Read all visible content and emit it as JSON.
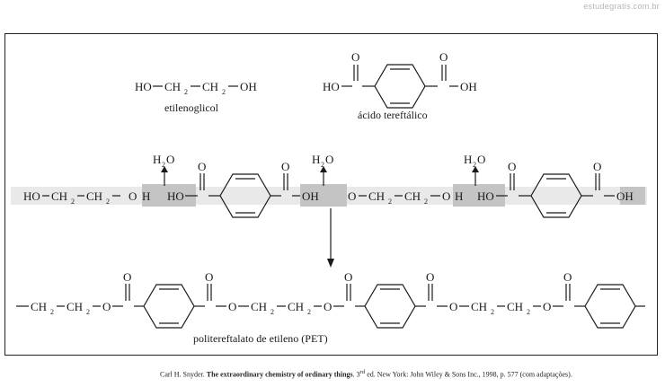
{
  "watermark": "estudegratis.com.br",
  "reactants": {
    "glycol": {
      "formula": [
        "HO",
        "CH",
        "2",
        "CH",
        "2",
        "OH"
      ],
      "name": "etilenoglicol"
    },
    "acid": {
      "name": "ácido tereftálico",
      "O": "O",
      "HO": "HO",
      "OH": "OH"
    }
  },
  "reaction": {
    "water": [
      "H",
      "2",
      "O"
    ],
    "atoms": {
      "HO": "HO",
      "OH": "OH",
      "H": "H",
      "O": "O",
      "CH": "CH",
      "sub2": "2"
    }
  },
  "product": {
    "name": "politereftalato de etileno (PET)"
  },
  "citation": {
    "author": "Carl H. Snyder.",
    "title": "The extraordinary chemistry of ordinary things",
    "edition_num": "3",
    "edition_sup": "rd",
    "rest": "ed. New York: John Wiley & Sons Inc., 1998, p. 577 (com adaptações)."
  }
}
